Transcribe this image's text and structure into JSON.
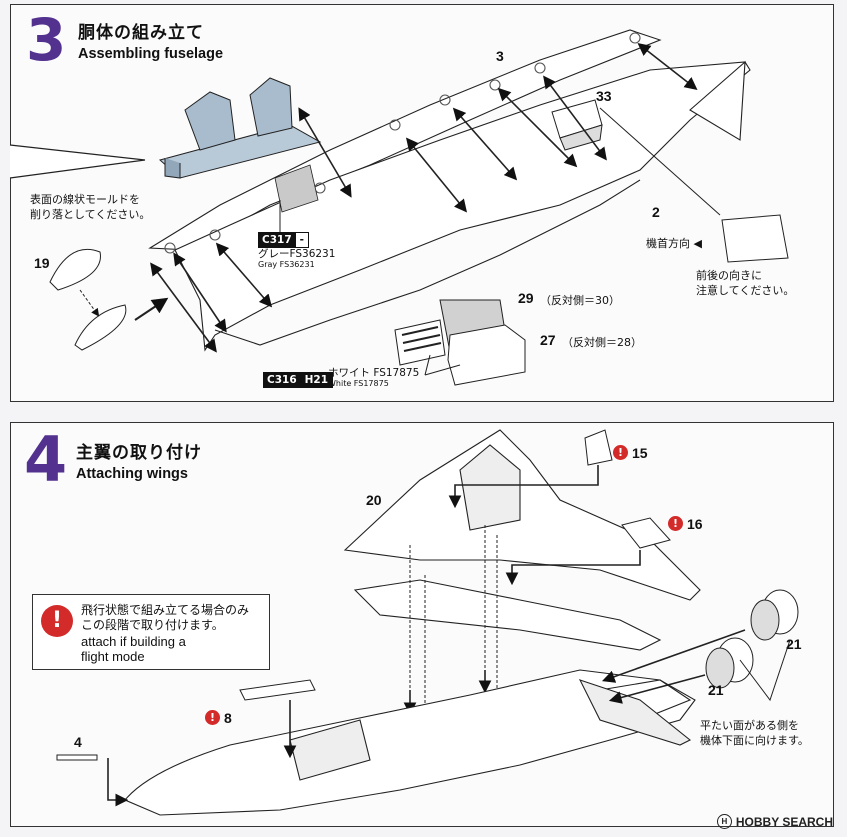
{
  "step3": {
    "number": "3",
    "title_jp": "胴体の組み立て",
    "title_en": "Assembling fuselage",
    "note_sand": "表面の線状モールドを\n削り落としてください。",
    "part_19": "19",
    "part_3": "3",
    "part_33": "33",
    "part_2": "2",
    "direction_label": "機首方向",
    "direction_arrow": "◀",
    "note_orientation": "前後の向きに\n注意してください。",
    "code_c317": "C317",
    "code_c317_b": "-",
    "gray_jp": "グレーFS36231",
    "gray_en": "Gray FS36231",
    "part_29": "29",
    "part_29_sub": "（反対側＝30）",
    "part_27": "27",
    "part_27_sub": "（反対側＝28）",
    "code_c316": "C316",
    "code_h21": "H21",
    "white_jp": "ホワイト FS17875",
    "white_en": "White FS17875"
  },
  "step4": {
    "number": "4",
    "title_jp": "主翼の取り付け",
    "title_en": "Attaching wings",
    "part_20": "20",
    "part_15": "15",
    "part_16": "16",
    "part_8": "8",
    "part_4": "4",
    "part_21a": "21",
    "part_21b": "21",
    "warn_glyph": "!",
    "note_jp_1": "飛行状態で組み立てる場合のみ",
    "note_jp_2": "この段階で取り付けます。",
    "note_en_1": "attach if building a",
    "note_en_2": "flight mode",
    "note_flat": "平たい面がある側を\n機体下面に向けます。"
  },
  "watermark": {
    "brand": "HOBBY SEARCH",
    "mark": "H"
  }
}
